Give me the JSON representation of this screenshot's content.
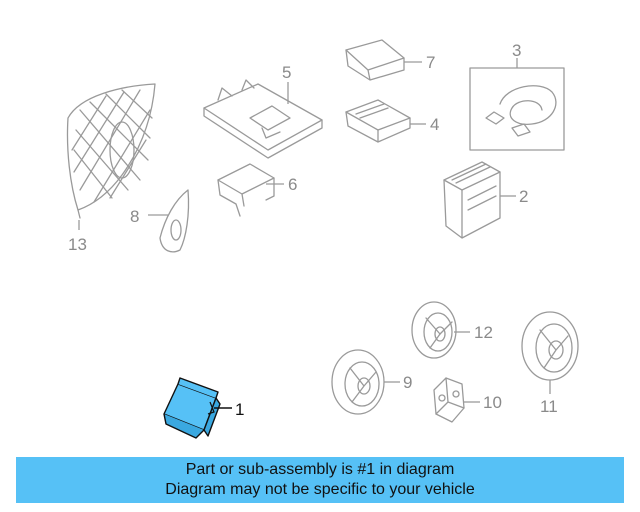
{
  "callouts": [
    "1",
    "2",
    "3",
    "4",
    "5",
    "6",
    "7",
    "8",
    "9",
    "10",
    "11",
    "12",
    "13"
  ],
  "highlight_color": "#56c1f6",
  "banner": {
    "line1": "Part or sub-assembly is #1 in diagram",
    "line2": "Diagram may not be specific to your vehicle"
  }
}
